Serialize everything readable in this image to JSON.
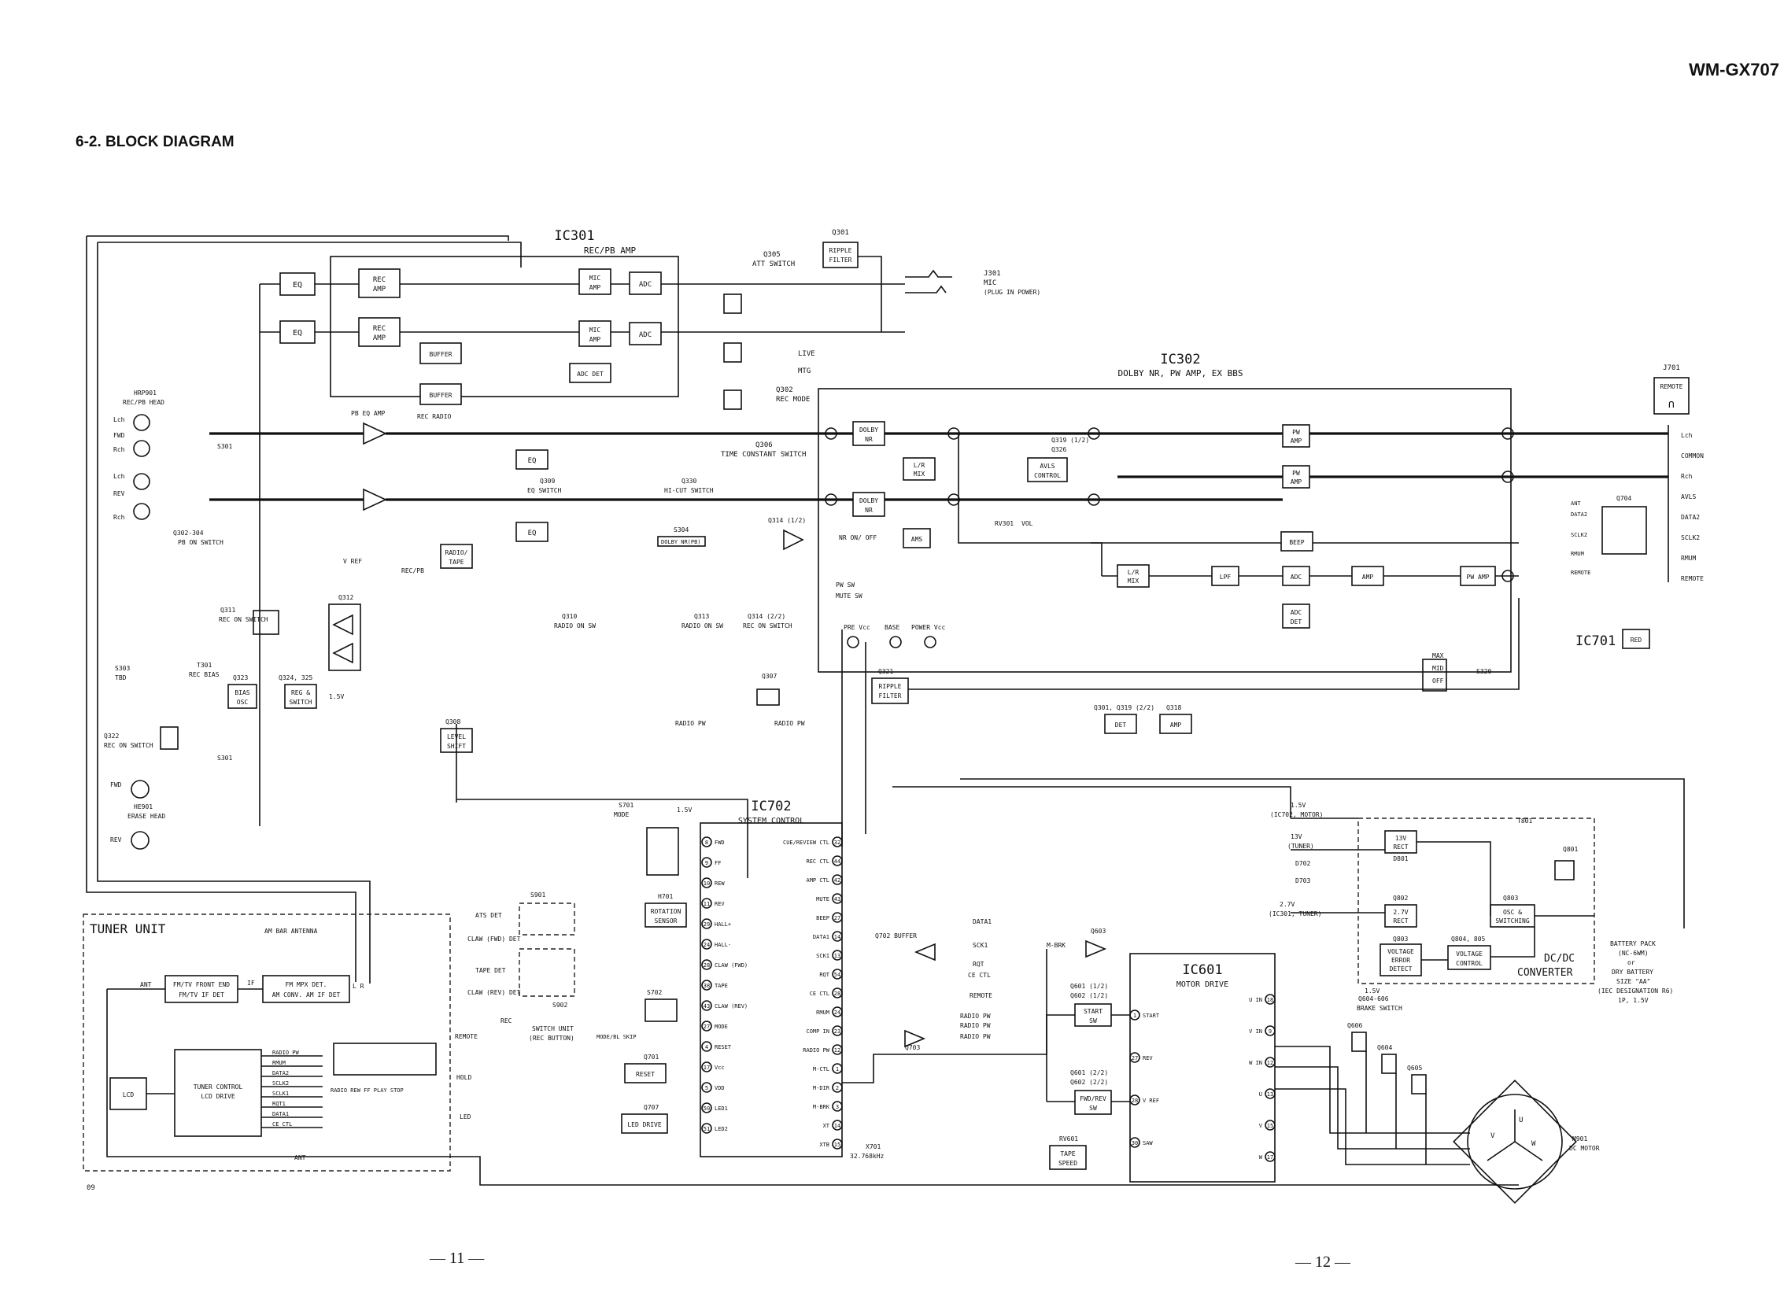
{
  "header": {
    "model": "WM-GX707",
    "section_title": "6-2.   BLOCK DIAGRAM"
  },
  "footer": {
    "page_left": "— 11 —",
    "page_right": "— 12 —"
  },
  "colors": {
    "ink": "#111111",
    "paper": "#ffffff"
  },
  "ic301": {
    "name": "IC301",
    "desc": "REC/PB AMP"
  },
  "ic302": {
    "name": "IC302",
    "desc": "DOLBY NR, PW AMP, EX BBS"
  },
  "ic702": {
    "name": "IC702",
    "desc": "SYSTEM CONTROL"
  },
  "ic601": {
    "name": "IC601",
    "desc": "MOTOR DRIVE"
  },
  "ic701": {
    "name": "IC701"
  },
  "tuner": {
    "title": "TUNER UNIT",
    "antenna": "AM BAR ANTENNA",
    "code": "09"
  },
  "blocks": {
    "eq": "EQ",
    "rec_amp_1": "REC",
    "rec_amp_2": "AMP",
    "buffer": "BUFFER",
    "mic_1": "MIC",
    "mic_2": "AMP",
    "adc": "ADC",
    "adc_det": "ADC DET",
    "ripple_1": "RIPPLE",
    "ripple_2": "FILTER",
    "dolby_1": "DOLBY",
    "dolby_2": "NR",
    "lr_1": "L/R",
    "lr_2": "MIX",
    "avls_1": "AVLS",
    "avls_2": "CONTROL",
    "pw_1": "PW",
    "pw_2": "AMP",
    "beep": "BEEP",
    "ams": "AMS",
    "lpf": "LPF",
    "amp": "AMP",
    "pw_amp": "PW AMP",
    "adc_det2_1": "ADC",
    "adc_det2_2": "DET",
    "det": "DET",
    "red": "RED",
    "radio_tape_1": "RADIO/",
    "radio_tape_2": "TAPE",
    "bias_1": "BIAS",
    "bias_2": "OSC",
    "reg_1": "REG &",
    "reg_2": "SWITCH",
    "level_1": "LEVEL",
    "level_2": "SHIFT",
    "rot_1": "ROTATION",
    "rot_2": "SENSOR",
    "reset": "RESET",
    "led_drive": "LED DRIVE",
    "start_1": "START",
    "start_2": "SW",
    "fwd_1": "FWD/REV",
    "fwd_2": "SW",
    "tape_speed_1": "TAPE",
    "tape_speed_2": "SPEED",
    "rect_13v_1": "13V",
    "rect_13v_2": "RECT",
    "rect_27v_1": "2.7V",
    "rect_27v_2": "RECT",
    "osc_sw_1": "OSC &",
    "osc_sw_2": "SWITCHING",
    "verr_1": "VOLTAGE",
    "verr_2": "ERROR",
    "verr_3": "DETECT",
    "vctl_1": "VOLTAGE",
    "vctl_2": "CONTROL",
    "fm_front_1": "FM/TV FRONT END",
    "fm_front_2": "FM/TV IF DET",
    "fm_mpx_1": "FM MPX DET.",
    "fm_mpx_2": "AM CONV. AM IF DET",
    "tuner_ctl_1": "TUNER CONTROL",
    "tuner_ctl_2": "LCD DRIVE",
    "lcd": "LCD",
    "remote_1": "REMOTE"
  },
  "labels": {
    "head": "HRP901",
    "head2": "REC/PB HEAD",
    "erase": "HE901",
    "erase2": "ERASE HEAD",
    "fwd": "FWD",
    "rev": "REV",
    "lch": "Lch",
    "rch": "Rch",
    "s301": "S301",
    "q305": "Q305",
    "att_sw": "ATT SWITCH",
    "q301": "Q301",
    "j301": "J301",
    "mic": "MIC",
    "plug_in_power": "(PLUG IN POWER)",
    "live": "LIVE",
    "mtg": "MTG",
    "q302": "Q302",
    "rec_mode": "REC MODE",
    "q306": "Q306",
    "time_const": "TIME CONSTANT SWITCH",
    "q309": "Q309",
    "eq_switch": "EQ SWITCH",
    "q330": "Q330",
    "hicut": "HI-CUT SWITCH",
    "s304": "S304",
    "dolby_nr_pb": "DOLBY NR(PB)",
    "q314": "Q314 (1/2)",
    "nr_onoff": "NR ON/ OFF",
    "rv301": "RV301",
    "vol": "VOL",
    "q319": "Q319 (1/2)",
    "q326": "Q326",
    "q310": "Q310",
    "radio_on_sw": "RADIO ON SW",
    "q313": "Q313",
    "q314b": "Q314 (2/2)",
    "rec_on_sw": "REC ON SWITCH",
    "pw_sw": "PW SW",
    "mute_sw": "MUTE SW",
    "pre_vcc": "PRE Vcc",
    "base": "BASE",
    "power_vcc": "POWER Vcc",
    "q321": "Q321",
    "q307": "Q307",
    "radio_pw": "RADIO PW",
    "pb_eq_amp": "PB EQ AMP",
    "rec_radio": "REC  RADIO",
    "q302_304": "Q302-304",
    "pb_on_sw": "PB ON SWITCH",
    "v_ref": "V REF",
    "rec_pb": "REC/PB",
    "q311": "Q311",
    "q312": "Q312",
    "s303": "S303",
    "tbd": "TBD",
    "t301": "T301",
    "rec_bias": "REC BIAS",
    "q323": "Q323",
    "q324": "Q324, 325",
    "v15": "1.5V",
    "q322": "Q322",
    "q308": "Q308",
    "q301d": "Q301, Q319 (2/2)",
    "q318": "Q318",
    "s701": "S701",
    "mode": "MODE",
    "h701": "H701",
    "s901": "S901",
    "ats_det": "ATS DET",
    "claw_fwd": "CLAW (FWD) DET",
    "tape_det": "TAPE DET",
    "claw_rev": "CLAW (REV) DET",
    "s902": "S902",
    "switch_unit": "SWITCH UNIT",
    "rec_button": "(REC BUTTON)",
    "rec": "REC",
    "s702": "S702",
    "mode_bl": "MODE/BL SKIP",
    "q701": "Q701",
    "q707": "Q707",
    "q702": "Q702 BUFFER",
    "q703": "Q703",
    "x701": "X701",
    "x701f": "32.768kHz",
    "q603": "Q603",
    "mbrk": "M-BRK",
    "q601": "Q601 (1/2)",
    "q602": "Q602 (1/2)",
    "q601b": "Q601 (2/2)",
    "q602b": "Q602 (2/2)",
    "rv601": "RV601",
    "q606": "Q606",
    "q604_606": "Q604-606",
    "brake_sw": "BRAKE SWITCH",
    "q604": "Q604",
    "q605": "Q605",
    "m901": "M901",
    "dc_motor": "DC MOTOR",
    "j701": "J701",
    "remote": "REMOTE",
    "q704": "Q704",
    "s320": "S320",
    "max": "MAX",
    "mid": "MID",
    "off": "OFF",
    "dcdc": "DC/DC",
    "converter": "CONVERTER",
    "d801": "D801",
    "t801": "T801",
    "q801": "Q801",
    "q802": "Q802",
    "q803": "Q803",
    "q804": "Q804, 805",
    "d702": "D702",
    "d703": "D703",
    "tuner_pwr": "(TUNER)",
    "v13": "13V",
    "ic702_pwr": "(IC702, MOTOR)",
    "v15b": "1.5V",
    "ic301_pwr": "(IC301, TUNER)",
    "v27": "2.7V",
    "battery": "BATTERY PACK",
    "battery2": "(NC-6WM)",
    "battery3": "or",
    "battery4": "DRY BATTERY",
    "battery5": "SIZE \"AA\"",
    "battery6": "(IEC DESIGNATION R6)",
    "battery7": "1P, 1.5V",
    "ant": "ANT",
    "lf": "IF",
    "lr": "L R",
    "hold": "HOLD",
    "led": "LED",
    "remote_t": "REMOTE",
    "tuner_btn": "RADIO  REW  FF  PLAY  STOP"
  },
  "jacks": [
    "Lch",
    "COMMON",
    "Rch",
    "AVLS",
    "DATA2",
    "SCLK2",
    "RMUM",
    "REMOTE"
  ],
  "ic702_pins_left": [
    [
      "8",
      "FWD"
    ],
    [
      "9",
      "FF"
    ],
    [
      "10",
      "REW"
    ],
    [
      "11",
      "REV"
    ],
    [
      "29",
      "HALL+"
    ],
    [
      "24",
      "HALL-"
    ],
    [
      "28",
      "CLAW (FWD)"
    ],
    [
      "38",
      "TAPE"
    ],
    [
      "43",
      "CLAW (REV)"
    ],
    [
      "27",
      "MODE"
    ],
    [
      "4",
      "RESET"
    ],
    [
      "17",
      "Vcc"
    ],
    [
      "5",
      "VDD"
    ],
    [
      "50",
      "LED1"
    ],
    [
      "51",
      "LED2"
    ]
  ],
  "ic702_pins_right": [
    [
      "CUE/REVIEW CTL",
      "32"
    ],
    [
      "REC CTL",
      "44"
    ],
    [
      "AMP CTL",
      "42"
    ],
    [
      "MUTE",
      "43"
    ],
    [
      "BEEP",
      "27"
    ],
    [
      "DATA1",
      "14"
    ],
    [
      "SCK1",
      "13"
    ],
    [
      "RQT",
      "54"
    ],
    [
      "CE CTL",
      "28"
    ],
    [
      "RMUM",
      "24"
    ],
    [
      "COMP IN",
      "23"
    ],
    [
      "RADIO PW",
      "12"
    ],
    [
      "M-CTL",
      "1"
    ],
    [
      "M-DIR",
      "2"
    ],
    [
      "M-BRK",
      "3"
    ],
    [
      "XT",
      "14"
    ],
    [
      "XTB",
      "15"
    ]
  ],
  "ic601_pins_left": [
    [
      "1",
      "START"
    ],
    [
      "27",
      "REV"
    ],
    [
      "28",
      "V REF"
    ],
    [
      "30",
      "SAW"
    ]
  ],
  "ic601_pins_right": [
    [
      "U IN",
      "18"
    ],
    [
      "V IN",
      "9"
    ],
    [
      "W IN",
      "12"
    ],
    [
      "U",
      "13"
    ],
    [
      "V",
      "15"
    ],
    [
      "W",
      "17"
    ]
  ],
  "tuner_signals": [
    "RADIO PW",
    "RMUM",
    "DATA2",
    "SCLK2",
    "SCLK1",
    "RQT1",
    "DATA1",
    "CE CTL"
  ],
  "bus_signals": [
    "DATA1",
    "SCK1",
    "RQT",
    "CE CTL",
    "REMOTE",
    "RADIO PW",
    "RADIO PW",
    "RADIO PW"
  ]
}
